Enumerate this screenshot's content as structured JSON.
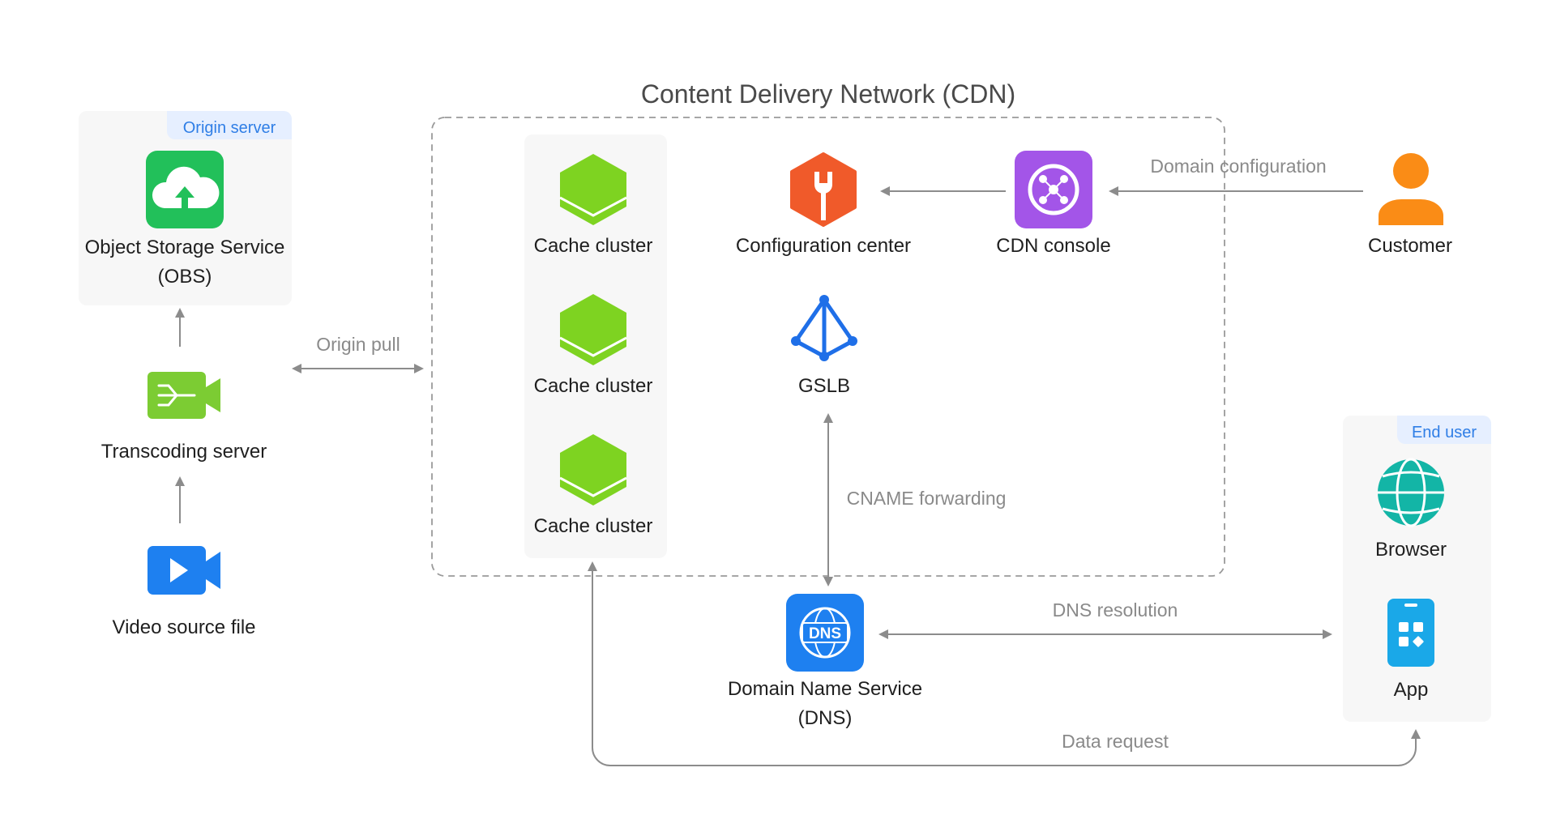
{
  "title": "Content Delivery Network (CDN)",
  "groups": {
    "origin_server": {
      "tag": "Origin server"
    },
    "end_user": {
      "tag": "End user"
    }
  },
  "nodes": {
    "obs": {
      "line1": "Object Storage Service",
      "line2": "(OBS)",
      "icon": "cloud-upload-icon"
    },
    "transcoding": {
      "label": "Transcoding server",
      "icon": "transcoding-video-icon"
    },
    "video_source": {
      "label": "Video source file",
      "icon": "video-play-icon"
    },
    "cache_clusters": [
      {
        "label": "Cache cluster",
        "icon": "hexagon-cube-icon"
      },
      {
        "label": "Cache cluster",
        "icon": "hexagon-cube-icon"
      },
      {
        "label": "Cache cluster",
        "icon": "hexagon-cube-icon"
      }
    ],
    "config_center": {
      "label": "Configuration center",
      "icon": "wrench-icon"
    },
    "cdn_console": {
      "label": "CDN console",
      "icon": "network-hub-icon"
    },
    "customer": {
      "label": "Customer",
      "icon": "person-icon"
    },
    "gslb": {
      "label": "GSLB",
      "icon": "pyramid-network-icon"
    },
    "dns": {
      "line1": "Domain Name Service",
      "line2": "(DNS)",
      "icon": "dns-globe-icon",
      "badge": "DNS"
    },
    "browser": {
      "label": "Browser",
      "icon": "globe-icon"
    },
    "app": {
      "label": "App",
      "icon": "mobile-app-icon"
    }
  },
  "edges": {
    "origin_pull": "Origin pull",
    "domain_configuration": "Domain configuration",
    "cname_forwarding": "CNAME forwarding",
    "dns_resolution": "DNS resolution",
    "data_request": "Data request"
  },
  "colors": {
    "obs": "#22c05a",
    "transcoding": "#7ccc33",
    "video": "#1e80f0",
    "cache": "#7ed321",
    "config": "#f05a2a",
    "console": "#a355e8",
    "customer": "#fa8c16",
    "gslb": "#1f6fe8",
    "dns": "#1e80f0",
    "browser": "#13b5a6",
    "app": "#1aa8e8",
    "tag_text": "#2f7ee6",
    "arrow": "#8c8c8c"
  }
}
